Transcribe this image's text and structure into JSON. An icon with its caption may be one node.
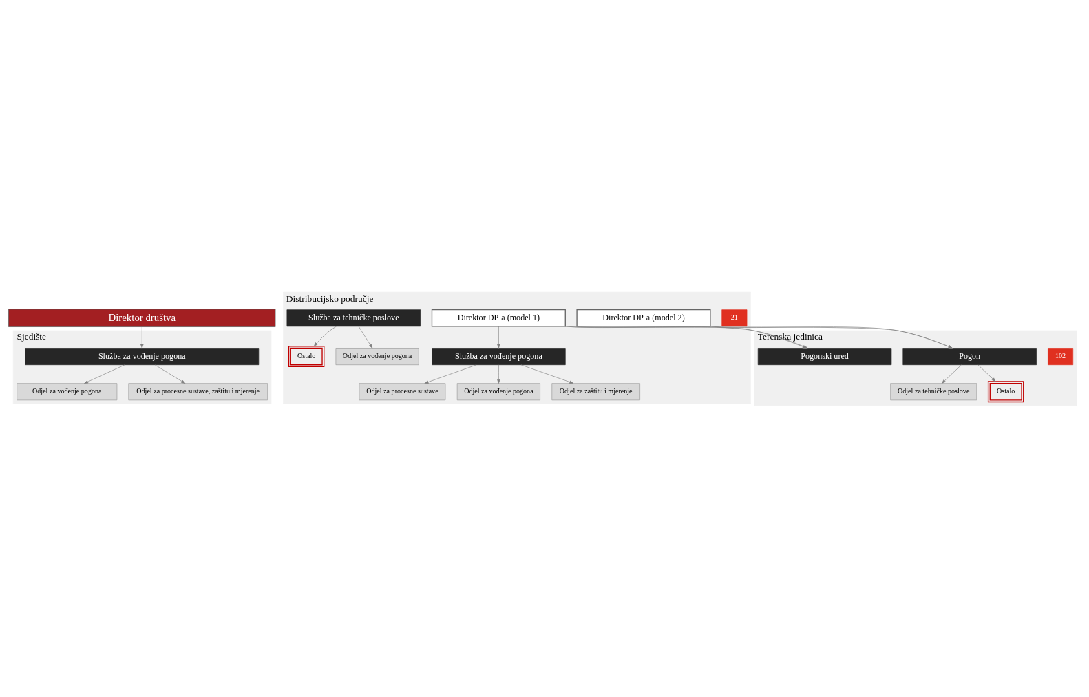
{
  "diagram": {
    "nodes": [
      {
        "text": [
          "Direktor društva"
        ]
      },
      {
        "text": [
          "Sjedište"
        ]
      },
      {
        "text": [
          "Služba za vođenje pogona"
        ],
        "in": 1
      },
      {
        "text": [
          "Odjel za vođenje pogona"
        ],
        "in": 1
      },
      {
        "text": [
          "Odjel za procesne sustave, zaštitu i mjerenje"
        ],
        "in": 1
      },
      {
        "text": [
          "Distribucijsko područje"
        ]
      },
      {
        "text": [
          "21"
        ],
        "in": 5
      },
      {
        "text": [
          "Direktor DP-a (model 1)"
        ],
        "in": 5
      },
      {
        "text": [
          "Služba za vođenje pogona"
        ],
        "in": 5
      },
      {
        "text": [
          "Odjel za vođenje pogona"
        ],
        "in": 5
      },
      {
        "text": [
          "Odjel za zaštitu i mjerenje"
        ],
        "in": 5
      },
      {
        "text": [
          "Odjel za procesne sustave"
        ],
        "in": 5
      },
      {
        "text": [
          "Direktor DP-a (model 2)"
        ],
        "in": 5
      },
      {
        "text": [
          "Služba za tehničke poslove"
        ],
        "in": 5
      },
      {
        "text": [
          "Odjel za vođenje pogona"
        ],
        "in": 5
      },
      {
        "text": [
          "Ostalo"
        ],
        "in": 5
      },
      {
        "text": [
          "Terenska jedinica"
        ]
      },
      {
        "text": [
          "102"
        ],
        "in": 16
      },
      {
        "text": [
          "Pogon"
        ],
        "in": 16
      },
      {
        "text": [
          "Pogonski ured"
        ],
        "in": 16
      },
      {
        "text": [
          "Odjel za tehničke poslove"
        ],
        "in": 16
      },
      {
        "text": [
          "Ostalo"
        ],
        "in": 16
      }
    ],
    "edges": [
      {
        "from": 0,
        "to": 2,
        "arrow": "to"
      },
      {
        "from": 2,
        "to": 3,
        "arrow": "to"
      },
      {
        "from": 2,
        "to": 4,
        "arrow": "to"
      },
      {
        "from": 7,
        "to": 8,
        "arrow": "to"
      },
      {
        "from": 8,
        "to": 9,
        "arrow": "to"
      },
      {
        "from": 8,
        "to": 10,
        "arrow": "to"
      },
      {
        "from": 8,
        "to": 11,
        "arrow": "to"
      },
      {
        "from": 13,
        "to": 14,
        "arrow": "to"
      },
      {
        "from": 13,
        "to": 15,
        "arrow": "to"
      },
      {
        "from": 7,
        "to": 18,
        "arrow": "to"
      },
      {
        "from": 7,
        "to": 19,
        "arrow": "to"
      },
      {
        "from": 12,
        "to": 18,
        "arrow": "to"
      },
      {
        "from": 12,
        "to": 19,
        "arrow": "to"
      },
      {
        "from": 18,
        "to": 20,
        "arrow": "to"
      },
      {
        "from": 18,
        "to": 21,
        "arrow": "to"
      }
    ]
  }
}
